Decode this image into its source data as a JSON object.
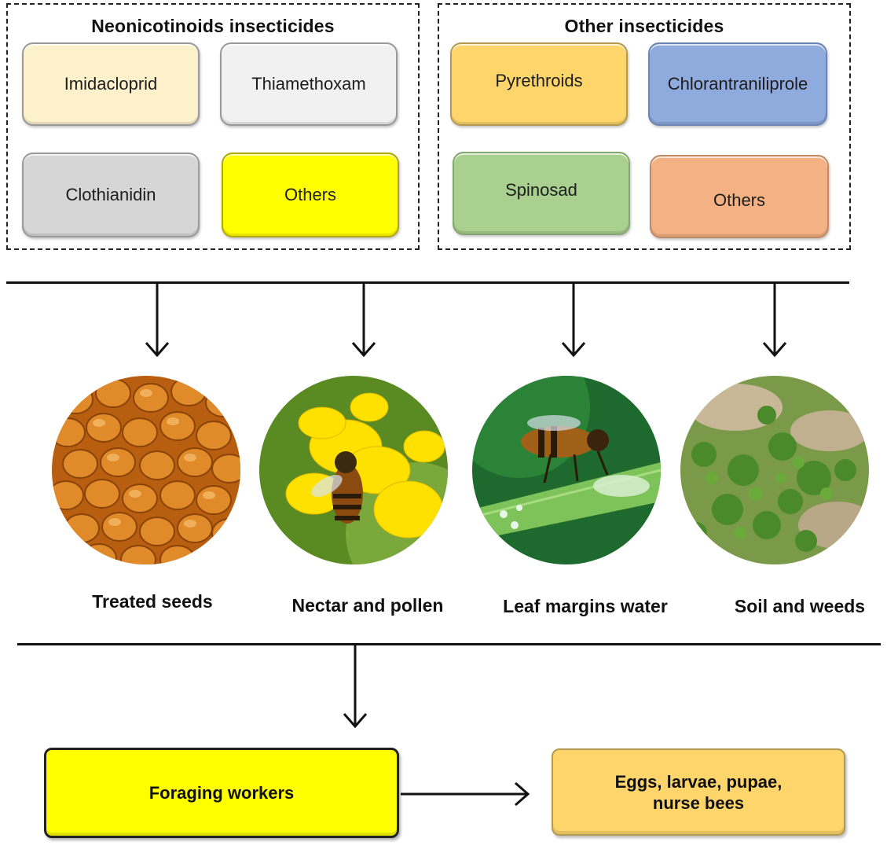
{
  "groups": {
    "neonicotinoids": {
      "title": "Neonicotinoids insecticides",
      "items": [
        "Imidacloprid",
        "Thiamethoxam",
        "Clothianidin",
        "Others"
      ]
    },
    "other": {
      "title": "Other insecticides",
      "items": [
        "Pyrethroids",
        "Chlorantraniliprole",
        "Spinosad",
        "Others"
      ]
    }
  },
  "colors": {
    "imidacloprid": "#fdf1cc",
    "thiamethoxam": "#efefef",
    "clothianidin": "#d6d6d6",
    "neonic_others": "#ffff00",
    "pyrethroids": "#fdd56a",
    "chlorantraniliprole": "#8faadc",
    "spinosad": "#a9d08e",
    "other_others": "#f4b183",
    "foraging": "#ffff00",
    "brood": "#fdd56a"
  },
  "sources": [
    {
      "label": "Treated seeds",
      "icon": "corn-kernels-image"
    },
    {
      "label": "Nectar and pollen",
      "icon": "bee-on-flower-image"
    },
    {
      "label": "Leaf margins water",
      "icon": "bee-on-leaf-image"
    },
    {
      "label": "Soil and weeds",
      "icon": "soil-grass-image"
    }
  ],
  "outcomes": {
    "foraging": "Foraging workers",
    "brood_line1": "Eggs, larvae, pupae,",
    "brood_line2": "nurse bees"
  }
}
